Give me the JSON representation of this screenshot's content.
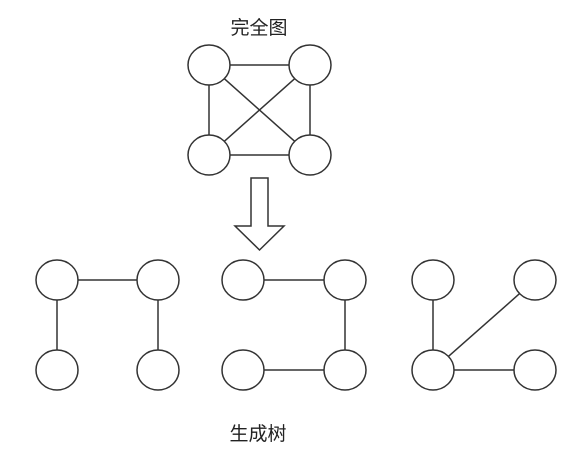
{
  "labels": {
    "complete_graph": "完全图",
    "spanning_trees": "生成树"
  },
  "colors": {
    "stroke": "#333333",
    "fill": "#ffffff",
    "text": "#222222"
  },
  "graphs": [
    {
      "id": "complete",
      "nodes": [
        "a",
        "b",
        "c",
        "d"
      ],
      "edges": [
        [
          "a",
          "b"
        ],
        [
          "a",
          "c"
        ],
        [
          "a",
          "d"
        ],
        [
          "b",
          "c"
        ],
        [
          "b",
          "d"
        ],
        [
          "c",
          "d"
        ]
      ]
    },
    {
      "id": "tree-1",
      "nodes": [
        "a",
        "b",
        "c",
        "d"
      ],
      "edges": [
        [
          "a",
          "b"
        ],
        [
          "a",
          "c"
        ],
        [
          "b",
          "d"
        ]
      ]
    },
    {
      "id": "tree-2",
      "nodes": [
        "a",
        "b",
        "c",
        "d"
      ],
      "edges": [
        [
          "a",
          "b"
        ],
        [
          "b",
          "d"
        ],
        [
          "c",
          "d"
        ]
      ]
    },
    {
      "id": "tree-3",
      "nodes": [
        "a",
        "b",
        "c",
        "d"
      ],
      "edges": [
        [
          "a",
          "c"
        ],
        [
          "b",
          "c"
        ],
        [
          "c",
          "d"
        ]
      ]
    }
  ]
}
